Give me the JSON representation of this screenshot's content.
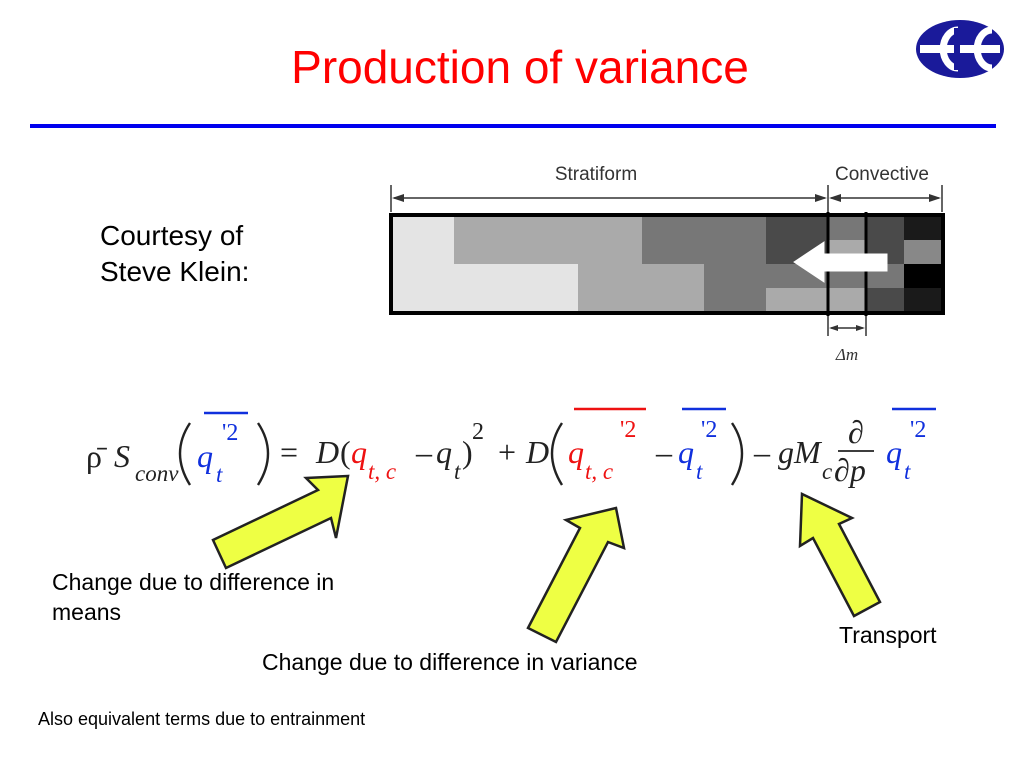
{
  "slide": {
    "title": "Production of variance",
    "courtesy_line1": "Courtesy of",
    "courtesy_line2": "Steve Klein:",
    "labels": {
      "means_line1": "Change due to difference in",
      "means_line2": "means",
      "variance": "Change due to difference in variance",
      "transport": "Transport"
    },
    "note": "Also equivalent terms due to entrainment",
    "colors": {
      "title": "#ff0000",
      "divider": "#0000ee",
      "arrow_fill": "#eeff44",
      "red_term": "#ee1111",
      "blue_term": "#1030dd"
    }
  },
  "diagram": {
    "stratiform_label": "Stratiform",
    "convective_label": "Convective",
    "delta_label": "Δm"
  },
  "equation": {
    "rho": "ρ̄",
    "S": "S",
    "conv": "conv",
    "q": "q",
    "t": "t",
    "prime_sq": "'2",
    "sq": "2",
    "equals": "=",
    "D": "D",
    "tc": "t, c",
    "minus": "–",
    "plus": "+",
    "gM": "– gM",
    "c": "c",
    "partial": "∂",
    "dp": "∂p"
  }
}
